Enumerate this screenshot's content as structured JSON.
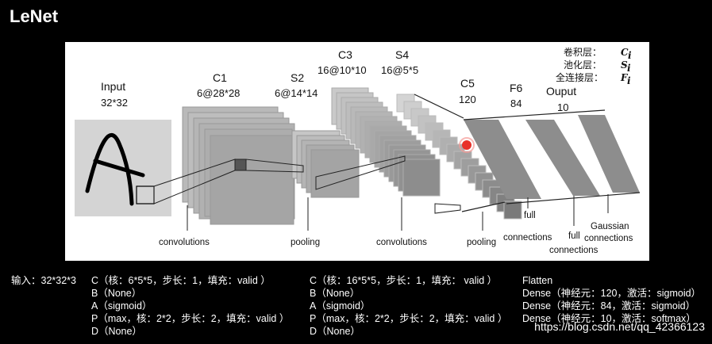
{
  "title": "LeNet",
  "diagram": {
    "layers": {
      "input": {
        "name": "Input",
        "shape": "32*32"
      },
      "c1": {
        "name": "C1",
        "shape": "6@28*28"
      },
      "s2": {
        "name": "S2",
        "shape": "6@14*14"
      },
      "c3": {
        "name": "C3",
        "shape": "16@10*10"
      },
      "s4": {
        "name": "S4",
        "shape": "16@5*5"
      },
      "c5": {
        "name": "C5",
        "shape": "120"
      },
      "f6": {
        "name": "F6",
        "shape": "84"
      },
      "output": {
        "name": "Ouput",
        "shape": "10"
      }
    },
    "operations": {
      "conv1": "convolutions",
      "pool1": "pooling",
      "conv2": "convolutions",
      "pool2": "pooling",
      "full1_a": "full",
      "full1_b": "connections",
      "full2_a": "full",
      "full2_b": "connections",
      "gauss_a": "Gaussian",
      "gauss_b": "connections"
    },
    "legend": {
      "conv": {
        "label": "卷积层：",
        "symbol": "C",
        "sub": "i"
      },
      "pool": {
        "label": "池化层：",
        "symbol": "S",
        "sub": "i"
      },
      "fc": {
        "label": "全连接层：",
        "symbol": "F",
        "sub": "i"
      }
    },
    "colors": {
      "fm_border": "#8a8a8a",
      "fm_fill": "#a8a8a8",
      "fm_light": "#cfcfcf",
      "marker": "#e8312a"
    }
  },
  "notes": {
    "col0": [
      "输入：32*32*3"
    ],
    "col1": [
      "C（核：6*5*5，步长：1，填充：valid ）",
      "B（None）",
      "A（sigmoid）",
      "P（max，核：2*2，步长：2，填充：valid ）",
      "D（None）"
    ],
    "col2": [
      "C（核：16*5*5，步长：1，填充： valid ）",
      "B（None）",
      "A（sigmoid）",
      "P（max，核：2*2，步长：2，填充：valid ）",
      "D（None）"
    ],
    "col3": [
      "Flatten",
      "Dense（神经元：120，激活：sigmoid）",
      "Dense（神经元：84，激活：sigmoid）",
      "Dense（神经元：10，激活：softmax）"
    ]
  },
  "watermark": "https://blog.csdn.net/qq_42366123"
}
